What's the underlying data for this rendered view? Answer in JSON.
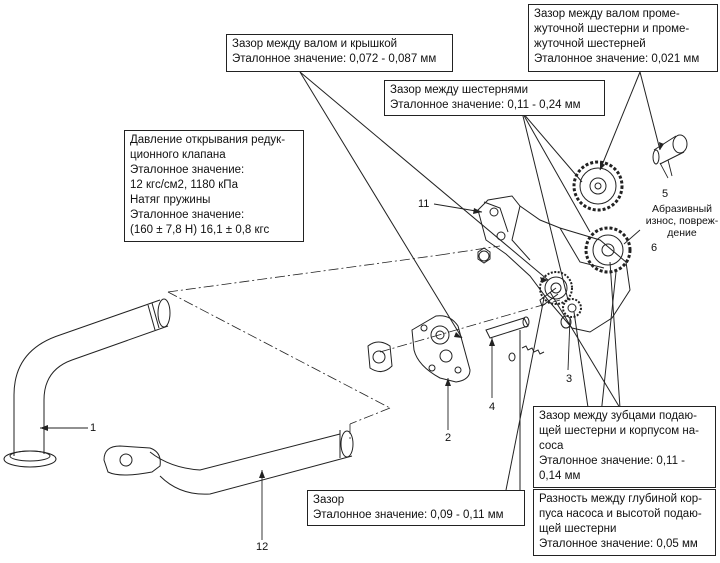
{
  "boxes": {
    "shaft_cover": [
      "Зазор между валом и крышкой",
      "Эталонное значение: 0,072 - 0,087 мм"
    ],
    "idler": [
      "Зазор между валом проме-",
      "жуточной шестерни и проме-",
      "жуточной шестерней",
      "Эталонное значение: 0,021 мм"
    ],
    "gears": [
      "Зазор между шестернями",
      "Эталонное значение: 0,11 - 0,24 мм"
    ],
    "relief": [
      "Давление открывания редук-",
      "ционного клапана",
      "Эталонное значение:",
      "12 кгс/см2, 1180 кПа",
      "Натяг пружины",
      "Эталонное значение:",
      "(160 ± 7,8 Н) 16,1 ± 0,8 кгс"
    ],
    "teeth_body": [
      "Зазор между зубцами подаю-",
      "щей шестерни и корпусом на-",
      "соса",
      "Эталонное значение: 0,11 -",
      "0,14 мм"
    ],
    "depth": [
      "Разность между глубиной кор-",
      "пуса насоса и высотой подаю-",
      "щей шестерни",
      "Эталонное значение: 0,05 мм"
    ],
    "clearance": [
      "Зазор",
      "Эталонное значение: 0,09 - 0,11 мм"
    ]
  },
  "callouts": {
    "n1": "1",
    "n2": "2",
    "n3": "3",
    "n4": "4",
    "n5": "5",
    "n6": "6",
    "n11": "11",
    "n12": "12",
    "abrasive": [
      "Абразивный",
      "износ, повреж-",
      "дение"
    ]
  }
}
